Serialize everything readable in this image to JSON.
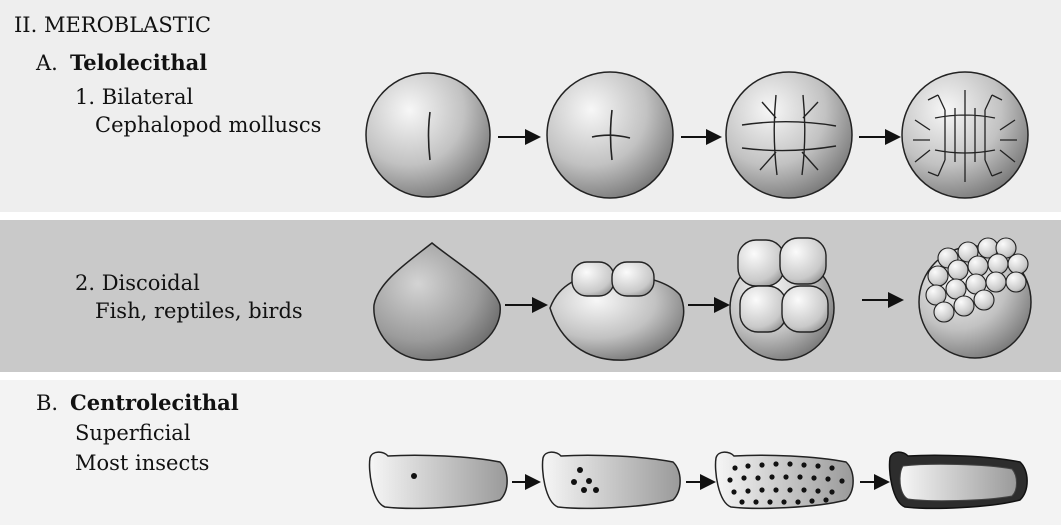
{
  "heading": "II. MEROBLASTIC",
  "section_a": {
    "letter": "A.",
    "title": "Telolecithal"
  },
  "bilateral": {
    "label": "1. Bilateral",
    "example": "Cephalopod molluscs"
  },
  "discoidal": {
    "label": "2. Discoidal",
    "example": "Fish, reptiles, birds"
  },
  "section_b": {
    "letter": "B.",
    "title": "Centrolecithal"
  },
  "superficial": {
    "label": "Superficial",
    "example": "Most insects"
  }
}
